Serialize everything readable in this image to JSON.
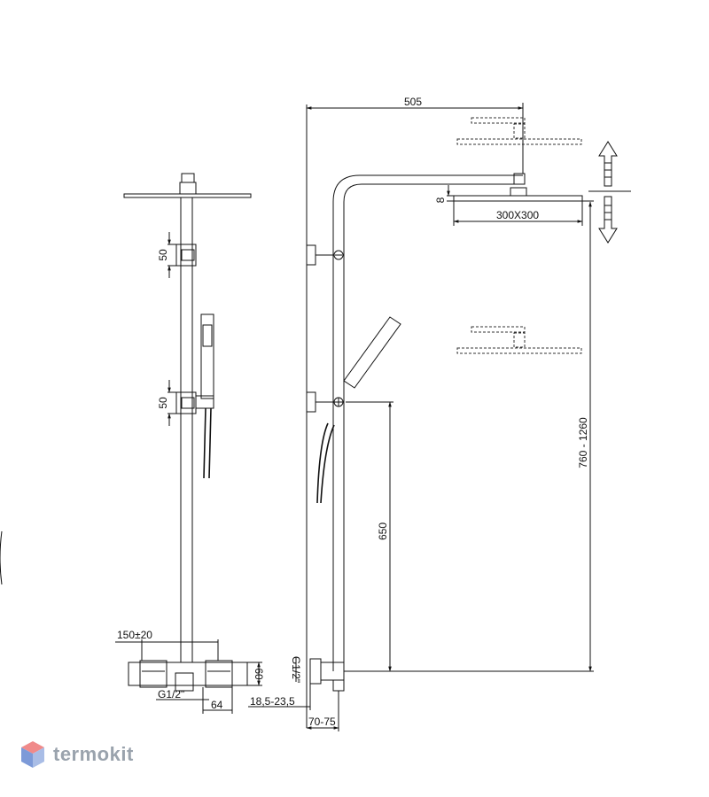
{
  "drawing": {
    "labels": {
      "d505": "505",
      "d300": "300X300",
      "d8": "8",
      "d760_1260": "760 - 1260",
      "d650": "650",
      "d50_top": "50",
      "d50_mid": "50",
      "d150": "150±20",
      "d60": "60",
      "g12_front": "G1/2\"",
      "d64": "64",
      "g12_side": "G1/2\"",
      "d18": "18,5-23,5",
      "d70": "70-75"
    }
  },
  "brand": {
    "name": "termokit",
    "colors": {
      "top": "#f08a8a",
      "side": "#7d9ad8",
      "text": "#9aa3ad"
    }
  }
}
